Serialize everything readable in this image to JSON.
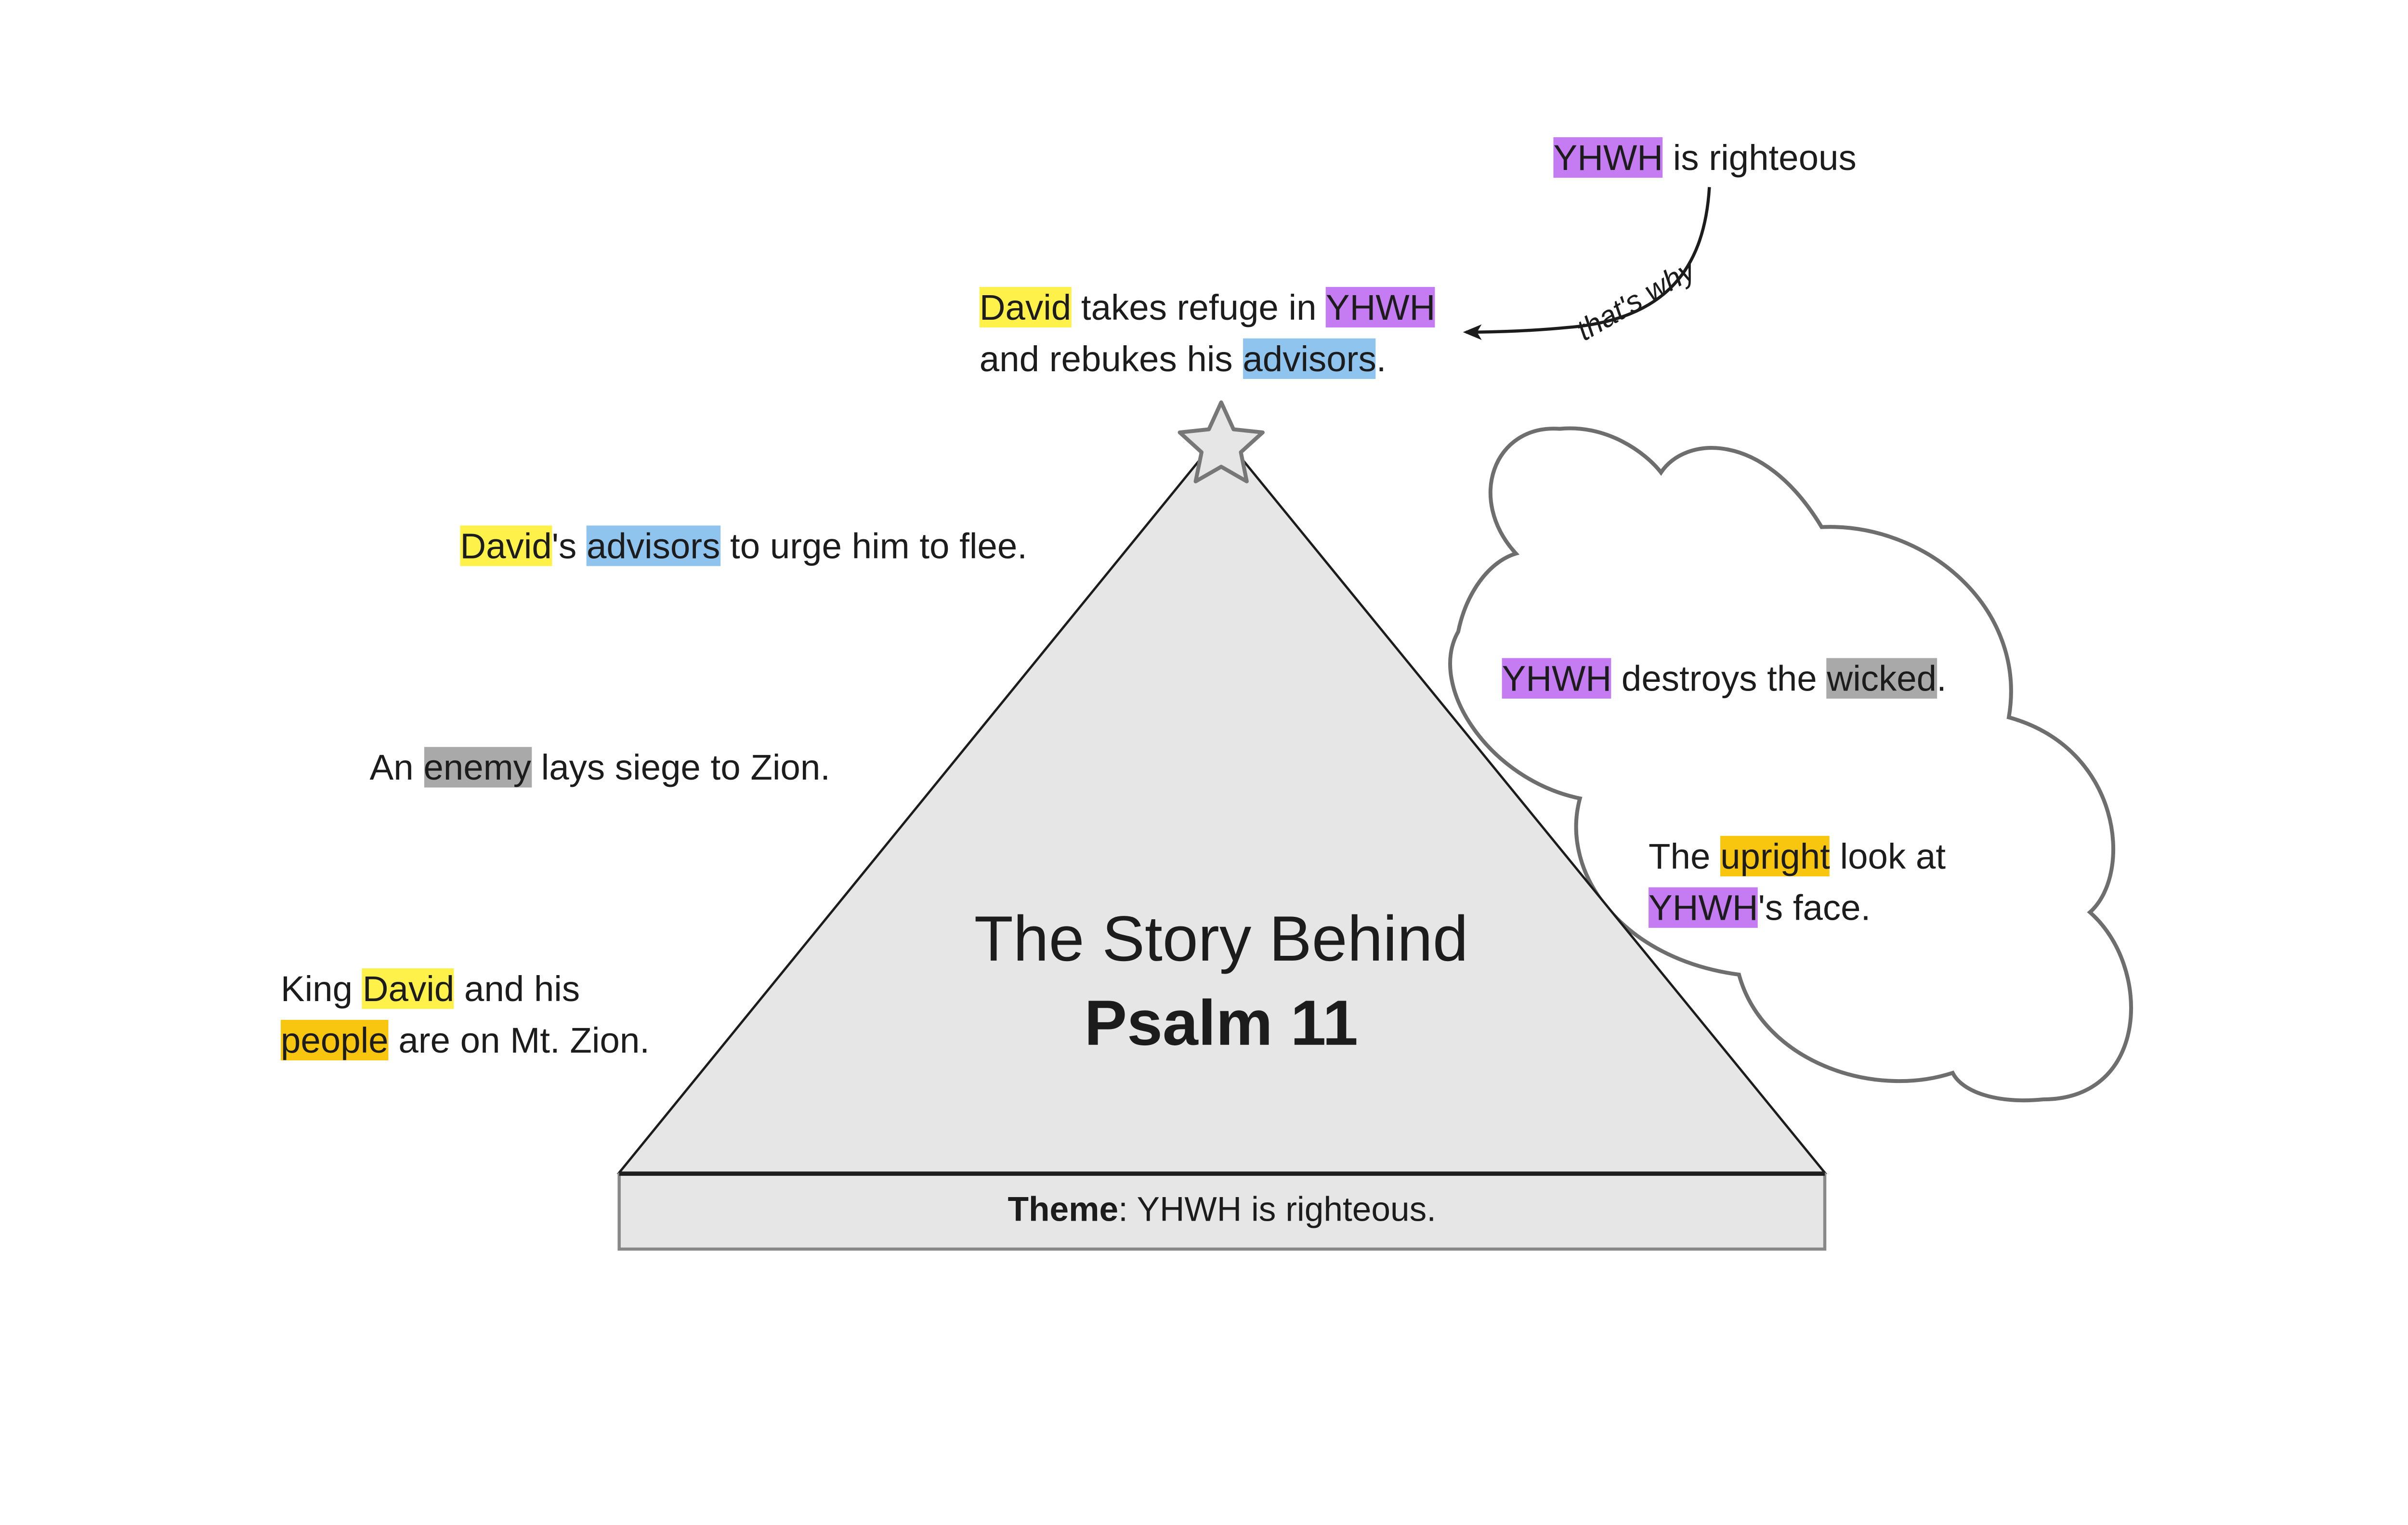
{
  "colors": {
    "david": "#fef24a",
    "people": "#f8c60f",
    "advisors": "#8fc4ef",
    "yhwh": "#c57cf2",
    "enemy": "#a9a9a9",
    "pyramid_fill": "#e6e6e6",
    "cloud_stroke": "#6e6e6e"
  },
  "icons": {
    "peak": "star-icon",
    "arrow": "curved-arrow-icon",
    "bubble": "thought-cloud"
  },
  "title": {
    "line1": "The Story Behind",
    "line2": "Psalm 11"
  },
  "theme": {
    "label": "Theme",
    "text": ": YHWH is righteous."
  },
  "events": {
    "e1": {
      "pre": "King ",
      "name": "David",
      "mid": " and his",
      "group": "people",
      "post": " are on Mt. Zion."
    },
    "e2": {
      "pre": "An ",
      "name": "enemy",
      "post": " lays siege to Zion."
    },
    "e3": {
      "name": "David",
      "mid": "'s ",
      "group": "advisors",
      "post": " to urge him to flee."
    },
    "e4": {
      "name": "David",
      "mid": " takes refuge in ",
      "god": "YHWH",
      "line2_pre": "and rebukes his ",
      "group": "advisors",
      "post": "."
    }
  },
  "reason": {
    "god": "YHWH",
    "text": " is righteous",
    "connector": "that's why"
  },
  "cloud": {
    "c1": {
      "god": "YHWH",
      "mid": " destroys the ",
      "group": "wicked",
      "post": "."
    },
    "c2": {
      "pre": "The ",
      "group": "upright",
      "mid": " look at",
      "god": "YHWH",
      "post": "'s face."
    }
  }
}
